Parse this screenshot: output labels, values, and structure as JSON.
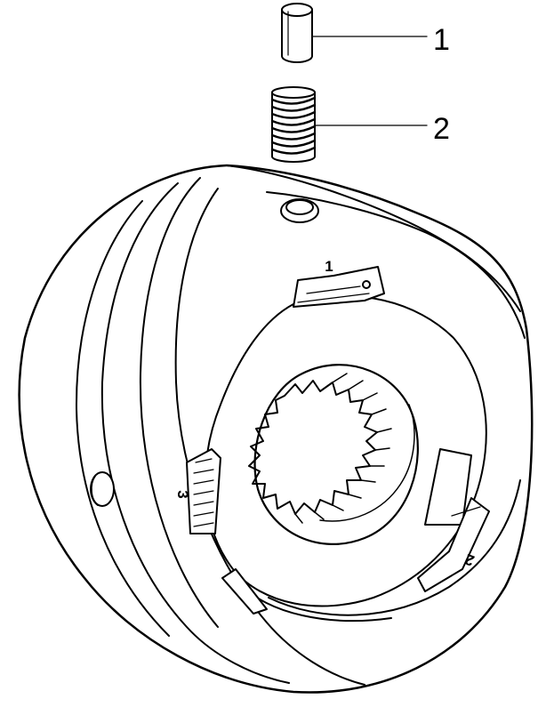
{
  "callouts": [
    {
      "label": "1",
      "part": "pin"
    },
    {
      "label": "2",
      "part": "spring"
    }
  ],
  "slot_marks": [
    "1",
    "2",
    "3"
  ],
  "colors": {
    "line": "#000000",
    "background": "#ffffff"
  }
}
